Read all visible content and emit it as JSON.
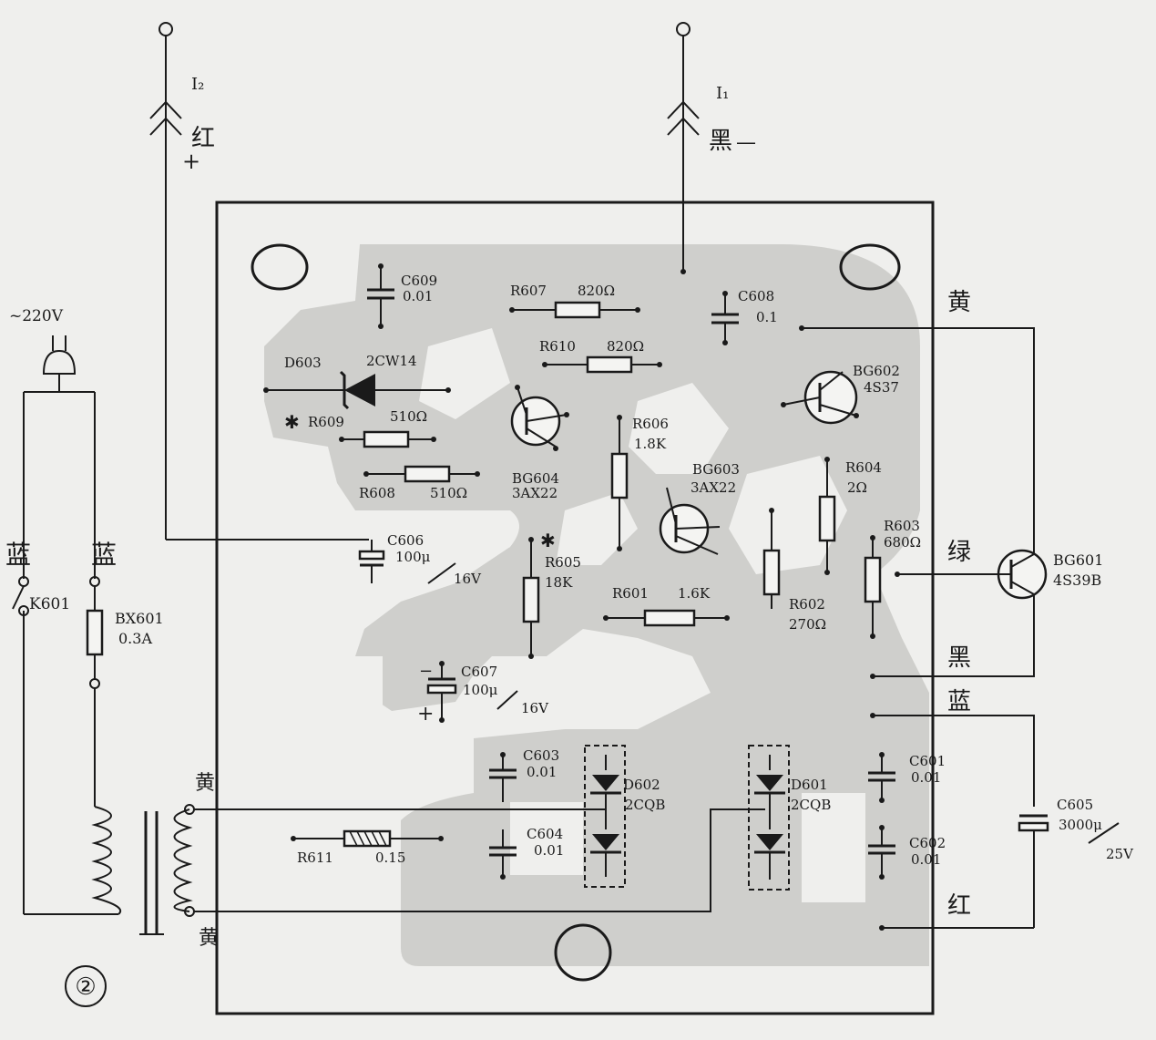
{
  "figure_number": "②",
  "mains": {
    "voltage": "~220V"
  },
  "terminals": {
    "i2": {
      "name": "I₂",
      "wire_color": "红",
      "polarity": "+"
    },
    "i1": {
      "name": "I₁",
      "wire_color": "黑",
      "polarity": "—"
    }
  },
  "wire_colors": {
    "bg602_lead": "黄",
    "bg601_mid": "绿",
    "black_lead": "黑",
    "blue_lead": "蓝",
    "red_lead": "红",
    "left_blue_1": "蓝",
    "left_blue_2": "蓝",
    "transformer_top": "黄",
    "transformer_bottom": "黄"
  },
  "components": {
    "K601": {
      "ref": "K601"
    },
    "BX601": {
      "ref": "BX601",
      "value": "0.3A"
    },
    "C609": {
      "ref": "C609",
      "value": "0.01"
    },
    "R607": {
      "ref": "R607",
      "value": "820Ω"
    },
    "R610": {
      "ref": "R610",
      "value": "820Ω"
    },
    "C608": {
      "ref": "C608",
      "value": "0.1"
    },
    "D603": {
      "ref": "D603",
      "value": "2CW14"
    },
    "R609": {
      "ref": "R609",
      "value": "510Ω",
      "mark": "✱"
    },
    "R608": {
      "ref": "R608",
      "value": "510Ω"
    },
    "BG604": {
      "ref": "BG604",
      "value": "3AX22"
    },
    "R606": {
      "ref": "R606",
      "value": "1.8K"
    },
    "BG603": {
      "ref": "BG603",
      "value": "3AX22"
    },
    "BG602": {
      "ref": "BG602",
      "value": "4S37"
    },
    "R604": {
      "ref": "R604",
      "value": "2Ω"
    },
    "R603": {
      "ref": "R603",
      "value": "680Ω"
    },
    "BG601": {
      "ref": "BG601",
      "value": "4S39B"
    },
    "C606": {
      "ref": "C606",
      "value": "100μ",
      "voltage": "16V"
    },
    "R605": {
      "ref": "R605",
      "value": "18K",
      "mark": "✱"
    },
    "R601": {
      "ref": "R601",
      "value": "1.6K"
    },
    "R602": {
      "ref": "R602",
      "value": "270Ω"
    },
    "C607": {
      "ref": "C607",
      "value": "100μ",
      "voltage": "16V"
    },
    "C603": {
      "ref": "C603",
      "value": "0.01"
    },
    "C604": {
      "ref": "C604",
      "value": "0.01"
    },
    "D602": {
      "ref": "D602",
      "value": "2CQB"
    },
    "D601": {
      "ref": "D601",
      "value": "2CQB"
    },
    "C601": {
      "ref": "C601",
      "value": "0.01"
    },
    "C602": {
      "ref": "C602",
      "value": "0.01"
    },
    "C605": {
      "ref": "C605",
      "value": "3000μ",
      "voltage": "25V"
    },
    "R611": {
      "ref": "R611",
      "value": "0.15"
    }
  }
}
